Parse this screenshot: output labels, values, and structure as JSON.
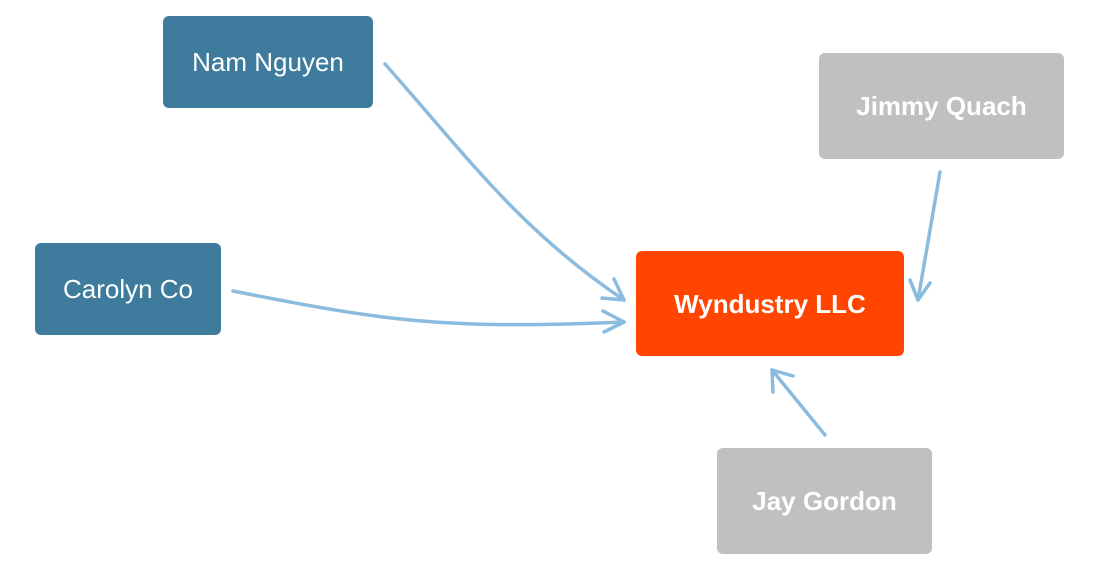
{
  "colors": {
    "person": "#3e7b9c",
    "inactive": "#c0c0c0",
    "focus": "#ff4500",
    "edge": "#8bbbdf",
    "text": "#ffffff"
  },
  "nodes": {
    "nam": {
      "label": "Nam Nguyen",
      "status": "person"
    },
    "carolyn": {
      "label": "Carolyn Co",
      "status": "person"
    },
    "jimmy": {
      "label": "Jimmy Quach",
      "status": "inactive"
    },
    "wyndustry": {
      "label": "Wyndustry LLC",
      "status": "focus"
    },
    "jay": {
      "label": "Jay Gordon",
      "status": "inactive"
    }
  },
  "edges": [
    {
      "from": "nam",
      "to": "wyndustry"
    },
    {
      "from": "carolyn",
      "to": "wyndustry"
    },
    {
      "from": "jimmy",
      "to": "wyndustry"
    },
    {
      "from": "jay",
      "to": "wyndustry"
    }
  ]
}
